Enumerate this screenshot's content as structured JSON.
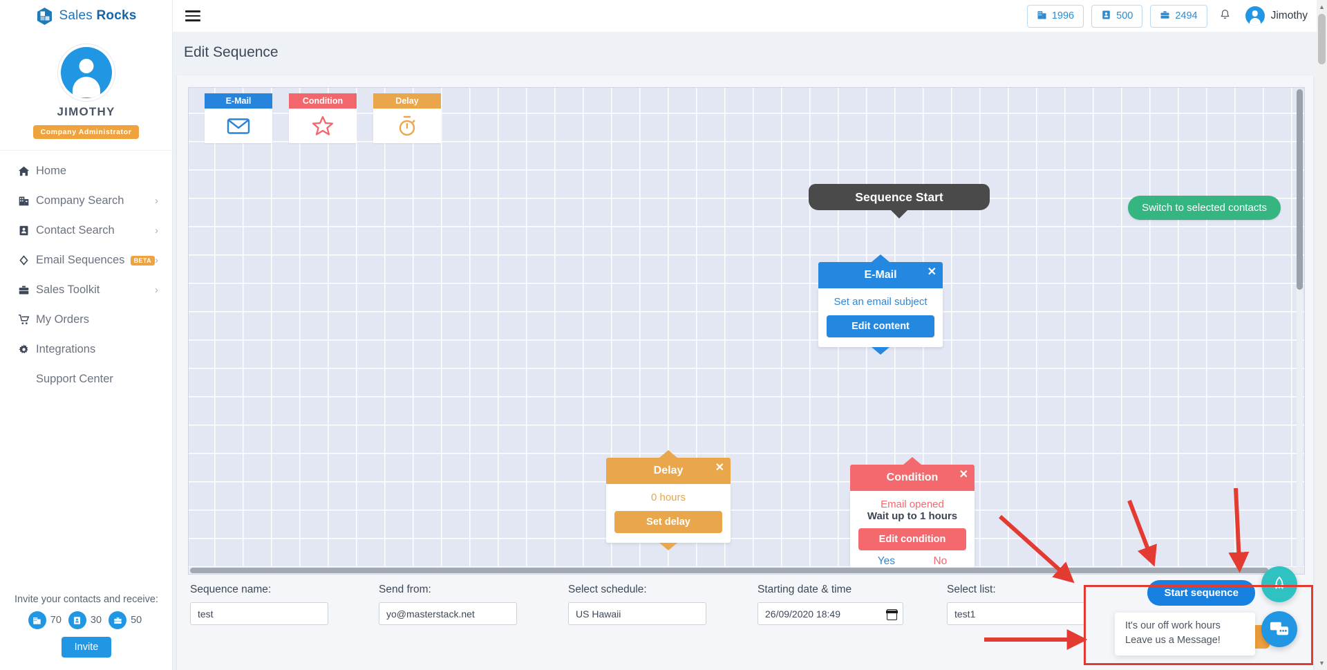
{
  "brand": {
    "name_light": "Sales",
    "name_bold": "Rocks",
    "logo_icon": "sales-rocks-logo-icon"
  },
  "profile": {
    "name": "JIMOTHY",
    "role": "Company Administrator",
    "avatar_icon": "user-avatar-icon"
  },
  "sidebar": {
    "items": [
      {
        "label": "Home",
        "icon": "home-icon",
        "caret": "",
        "badge": ""
      },
      {
        "label": "Company Search",
        "icon": "building-icon",
        "caret": "›",
        "badge": ""
      },
      {
        "label": "Contact Search",
        "icon": "contact-card-icon",
        "caret": "›",
        "badge": ""
      },
      {
        "label": "Email Sequences",
        "icon": "diamond-icon",
        "caret": "›",
        "badge": "BETA"
      },
      {
        "label": "Sales Toolkit",
        "icon": "briefcase-icon",
        "caret": "›",
        "badge": ""
      },
      {
        "label": "My Orders",
        "icon": "shopping-cart-icon",
        "caret": "",
        "badge": ""
      },
      {
        "label": "Integrations",
        "icon": "gear-icon",
        "caret": "",
        "badge": ""
      },
      {
        "label": "Support Center",
        "icon": "",
        "caret": "",
        "badge": ""
      }
    ],
    "invite": {
      "title": "Invite your contacts and receive:",
      "chips": [
        {
          "icon": "building-icon",
          "value": "70"
        },
        {
          "icon": "contact-card-icon",
          "value": "30"
        },
        {
          "icon": "briefcase-icon",
          "value": "50"
        }
      ],
      "button": "Invite"
    }
  },
  "topbar": {
    "menu_icon": "hamburger-menu-icon",
    "credits": [
      {
        "icon": "building-icon",
        "value": "1996"
      },
      {
        "icon": "contact-card-icon",
        "value": "500"
      },
      {
        "icon": "briefcase-icon",
        "value": "2494"
      }
    ],
    "notification_icon": "bell-icon",
    "user": "Jimothy"
  },
  "page": {
    "title": "Edit Sequence"
  },
  "canvas": {
    "palette": [
      {
        "label": "E-Mail",
        "icon": "envelope-icon",
        "color": "#2684dd"
      },
      {
        "label": "Condition",
        "icon": "star-icon",
        "color": "#f1676b"
      },
      {
        "label": "Delay",
        "icon": "stopwatch-icon",
        "color": "#e9a64a"
      }
    ],
    "start_node": "Sequence Start",
    "switch_button": "Switch to selected contacts",
    "nodes": {
      "email": {
        "title": "E-Mail",
        "subtitle": "Set an email subject",
        "button": "Edit content",
        "close_icon": "close-icon",
        "color": "#2488e0"
      },
      "condition": {
        "title": "Condition",
        "line1": "Email opened",
        "line2": "Wait up to 1 hours",
        "button": "Edit condition",
        "yes": "Yes",
        "no": "No",
        "close_icon": "close-icon",
        "color": "#f4696d"
      },
      "delay": {
        "title": "Delay",
        "subtitle": "0 hours",
        "button": "Set delay",
        "close_icon": "close-icon",
        "color": "#e9a64a"
      }
    }
  },
  "form": {
    "fields": [
      {
        "label": "Sequence name:",
        "value": "test"
      },
      {
        "label": "Send from:",
        "value": "yo@masterstack.net"
      },
      {
        "label": "Select schedule:",
        "value": "US Hawaii"
      },
      {
        "label": "Starting date & time",
        "value": "26/09/2020 18:49"
      },
      {
        "label": "Select list:",
        "value": "test1"
      }
    ],
    "start_button": "Start sequence"
  },
  "chat": {
    "line1": "It's our off work hours",
    "line2": "Leave us a Message!",
    "fab_icon": "chat-bubbles-icon",
    "rocket_icon": "rocket-icon"
  },
  "annotations": {
    "highlight_color": "#e33b31",
    "arrow_count": 4
  }
}
